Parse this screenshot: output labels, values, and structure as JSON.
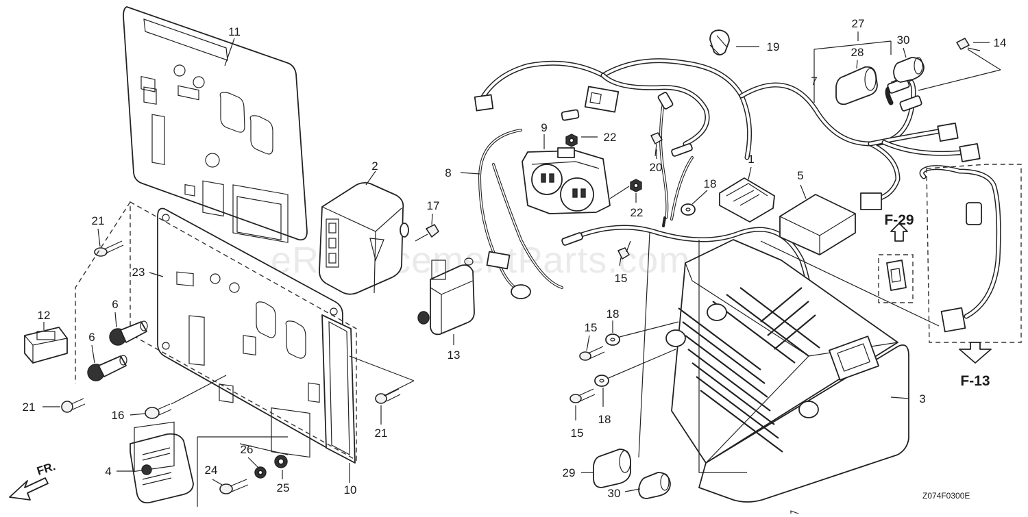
{
  "diagram_code": "Z074F0300E",
  "watermark": "eReplacementParts.com",
  "front_indicator": "FR.",
  "references": {
    "f29": "F-29",
    "f13": "F-13"
  },
  "callouts": {
    "c1": "1",
    "c2": "2",
    "c3": "3",
    "c4": "4",
    "c5": "5",
    "c6a": "6",
    "c6b": "6",
    "c7": "7",
    "c8": "8",
    "c9": "9",
    "c10": "10",
    "c11": "11",
    "c12": "12",
    "c13": "13",
    "c14": "14",
    "c15a": "15",
    "c15b": "15",
    "c15c": "15",
    "c16": "16",
    "c17": "17",
    "c18a": "18",
    "c18b": "18",
    "c18c": "18",
    "c19": "19",
    "c20": "20",
    "c21a": "21",
    "c21b": "21",
    "c21c": "21",
    "c22a": "22",
    "c22b": "22",
    "c23": "23",
    "c24": "24",
    "c25": "25",
    "c26": "26",
    "c27": "27",
    "c28": "28",
    "c29": "29",
    "c30a": "30",
    "c30b": "30"
  }
}
